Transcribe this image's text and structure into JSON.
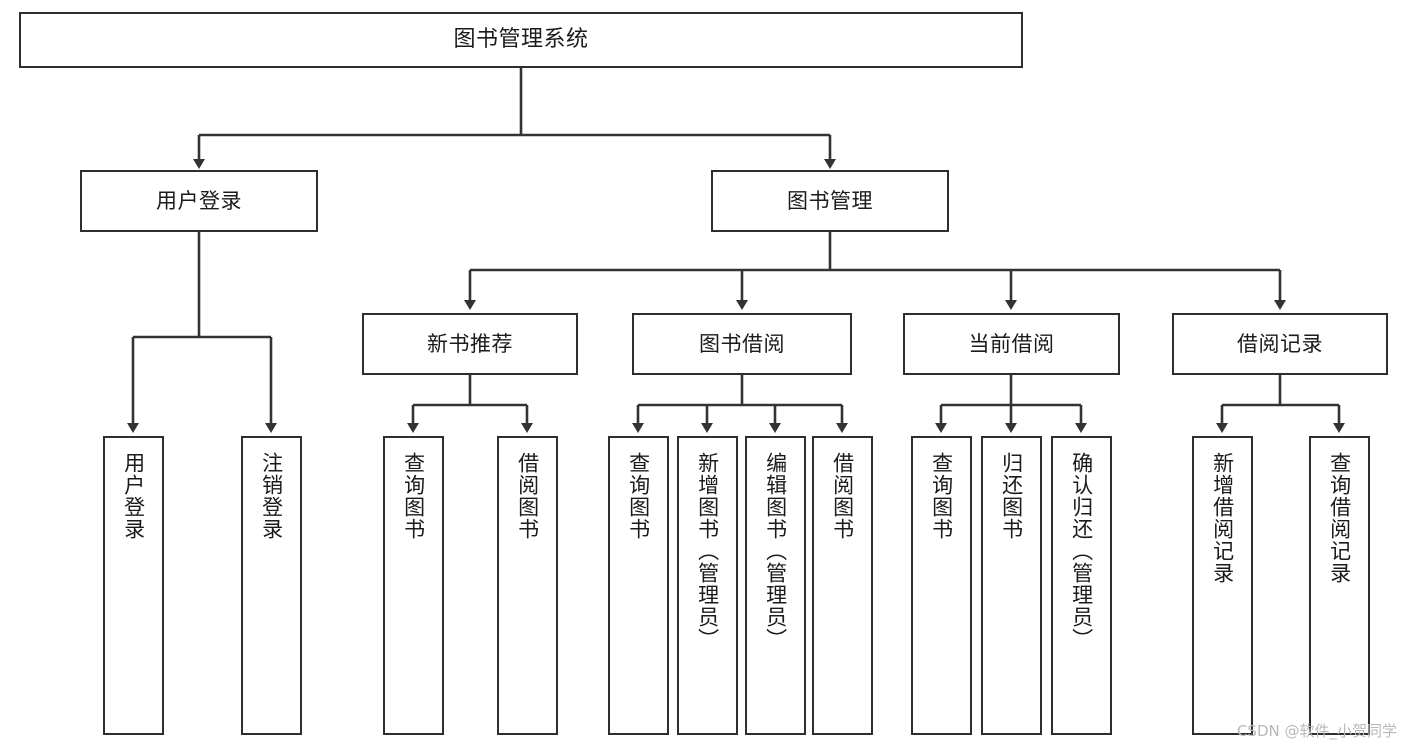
{
  "diagram": {
    "title": "图书管理系统",
    "type": "tree",
    "orientation": "top-down",
    "colors": {
      "box_border": "#2e2e2e",
      "box_fill": "#ffffff",
      "edge": "#333333",
      "text": "#1b1b1b",
      "watermark": "#b9b9b9",
      "background": "#ffffff"
    },
    "root": {
      "label": "图书管理系统"
    },
    "level2": [
      {
        "label": "用户登录"
      },
      {
        "label": "图书管理"
      }
    ],
    "level3": [
      {
        "label": "新书推荐"
      },
      {
        "label": "图书借阅"
      },
      {
        "label": "当前借阅"
      },
      {
        "label": "借阅记录"
      }
    ],
    "leaves": {
      "user_login": [
        {
          "label": "用户登录"
        },
        {
          "label": "注销登录"
        }
      ],
      "new_book_recommend": [
        {
          "label": "查询图书"
        },
        {
          "label": "借阅图书"
        }
      ],
      "book_borrow": [
        {
          "label": "查询图书"
        },
        {
          "label": "新增图书（管理员）"
        },
        {
          "label": "编辑图书（管理员）"
        },
        {
          "label": "借阅图书"
        }
      ],
      "current_borrow": [
        {
          "label": "查询图书"
        },
        {
          "label": "归还图书"
        },
        {
          "label": "确认归还（管理员）"
        }
      ],
      "borrow_record": [
        {
          "label": "新增借阅记录"
        },
        {
          "label": "查询借阅记录"
        }
      ]
    }
  },
  "watermark": {
    "text": "CSDN @软件_小贺同学"
  }
}
